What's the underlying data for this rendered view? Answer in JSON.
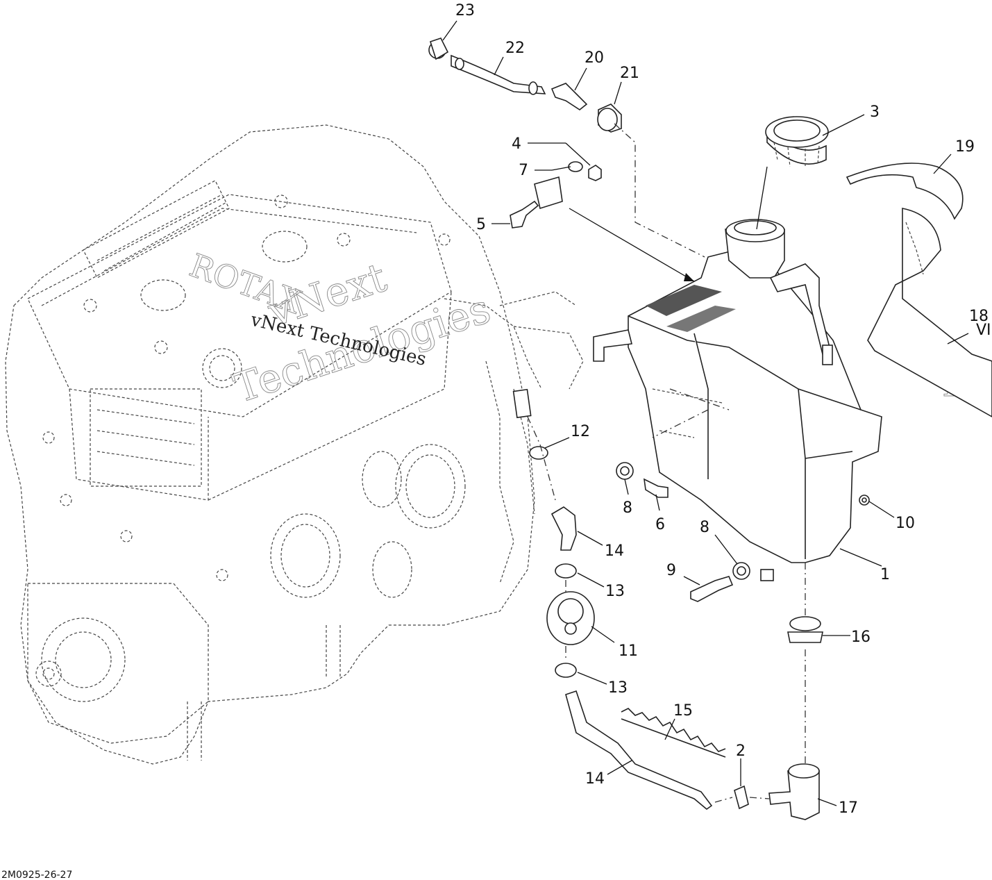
{
  "drawing_ref": "2M0925-26-27",
  "watermark": {
    "line1": "vNext",
    "line2": "Technologies",
    "line3": "vNext Technologies"
  },
  "callouts": {
    "c1": "1",
    "c2": "2",
    "c3": "3",
    "c4": "4",
    "c5": "5",
    "c6": "6",
    "c7": "7",
    "c8a": "8",
    "c8b": "8",
    "c9": "9",
    "c10": "10",
    "c11": "11",
    "c12": "12",
    "c13a": "13",
    "c13b": "13",
    "c14a": "14",
    "c14b": "14",
    "c15": "15",
    "c16": "16",
    "c17": "17",
    "c18": "18",
    "c19": "19",
    "c20": "20",
    "c21": "21",
    "c22": "22",
    "c23": "23"
  },
  "cut_off_text": {
    "v_label": "VI",
    "tech_fragment": "Te"
  }
}
